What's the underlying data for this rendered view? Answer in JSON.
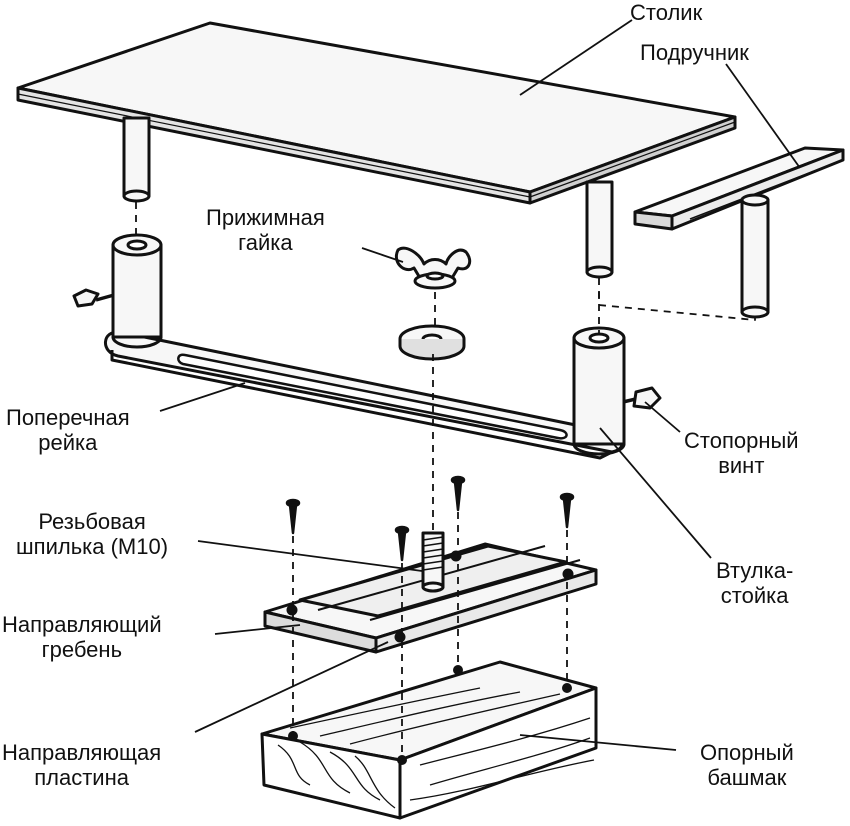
{
  "labels": {
    "stolik": {
      "lines": [
        "Столик"
      ]
    },
    "podruchnik": {
      "lines": [
        "Подручник"
      ]
    },
    "prizhimnaya_gayka": {
      "lines": [
        "Прижимная",
        "гайка"
      ]
    },
    "poperechnaya_reyka": {
      "lines": [
        "Поперечная",
        "рейка"
      ]
    },
    "stopornyy_vint": {
      "lines": [
        "Стопорный",
        "винт"
      ]
    },
    "rezbovaya_shpilka": {
      "lines": [
        "Резьбовая",
        "шпилька (М10)"
      ]
    },
    "vtulka_stoyka": {
      "lines": [
        "Втулка-",
        "стойка"
      ]
    },
    "napravlyayushchiy_greben": {
      "lines": [
        "Направляющий",
        "гребень"
      ]
    },
    "napravlyayushchaya_plastina": {
      "lines": [
        "Направляющая",
        "пластина"
      ]
    },
    "opornyy_bashmak": {
      "lines": [
        "Опорный",
        "башмак"
      ]
    }
  },
  "colors": {
    "ink": "#111111",
    "paper": "#ffffff",
    "part_fill": "#f7f7f7",
    "shade": "#d9d9d9"
  }
}
